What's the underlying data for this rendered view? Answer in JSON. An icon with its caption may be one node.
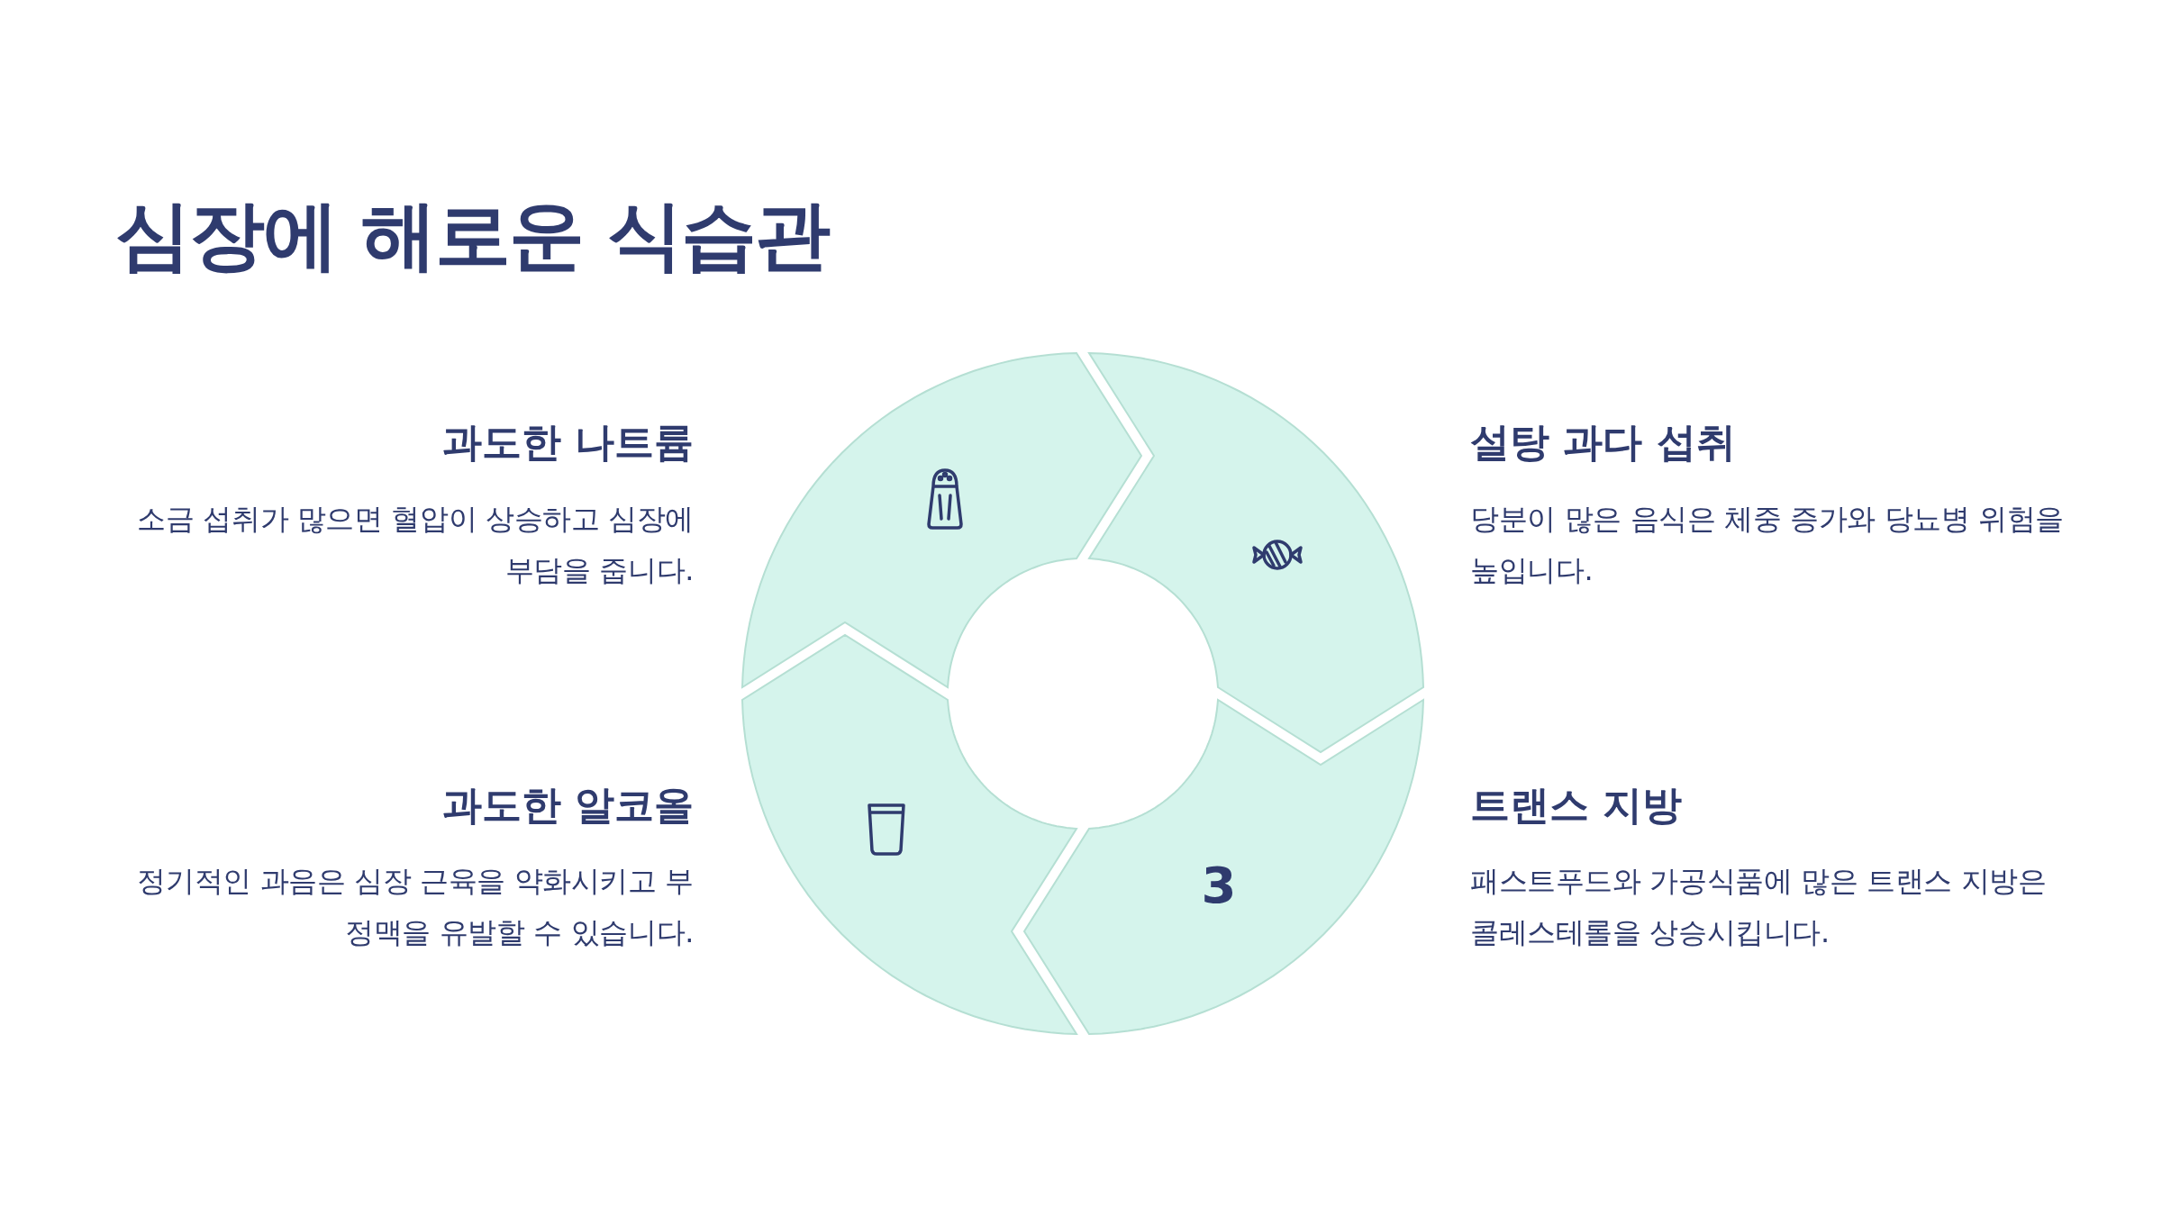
{
  "diagram": {
    "title": "심장에 해로운 식습관",
    "nodes": [
      {
        "text": [],
        "shape": "arc"
      },
      {
        "text": [],
        "shape": "arc"
      },
      {
        "text": [],
        "shape": "arc"
      },
      {
        "text": [
          "3"
        ]
      }
    ],
    "labels": [
      "과도한 나트륨",
      "소금 섭취가 많으면 혈압이 상승하고 심장에 부담을 줍니다.",
      "설탕 과다 섭취",
      "당분이 많은 음식은 체중 증가와 당뇨병 위험을 높입니다.",
      "과도한 알코올",
      "정기적인 과음은 심장 근육을 약화시키고 부정맥을 유발할 수 있습니다.",
      "트랜스 지방",
      "패스트푸드와 가공식품에 많은 트랜스 지방은 콜레스테롤을 상승시킵니다."
    ]
  }
}
